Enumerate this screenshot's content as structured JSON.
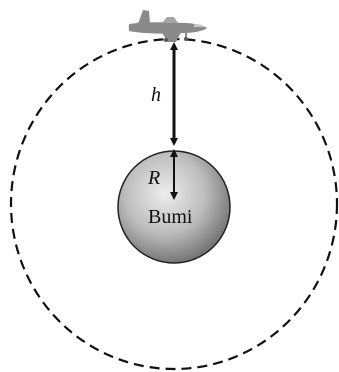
{
  "labels": {
    "altitude": "h",
    "radius": "R",
    "planet": "Bumi"
  },
  "icons": {
    "vehicle": "airplane-icon"
  },
  "colors": {
    "orbit": "#111111",
    "arrow": "#111111",
    "planet_light": "#e6e6e6",
    "planet_dark": "#6f6f6f",
    "airplane": "#8a8a8a"
  }
}
